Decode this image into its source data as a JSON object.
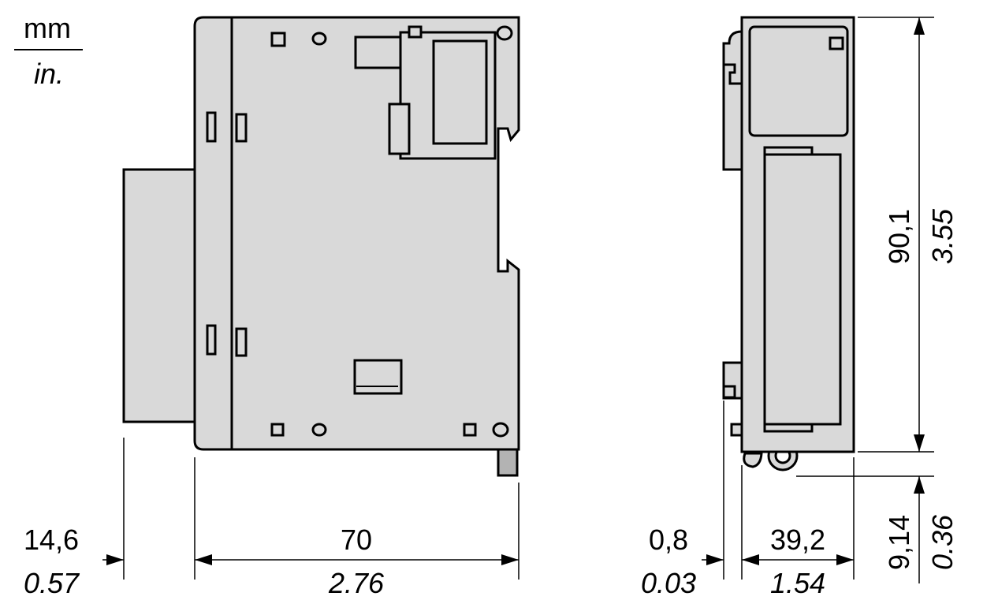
{
  "units": {
    "metric": "mm",
    "imperial": "in."
  },
  "dimensions": {
    "side_left": {
      "mm": "14,6",
      "in": "0.57"
    },
    "side_depth": {
      "mm": "70",
      "in": "2.76"
    },
    "front_offset": {
      "mm": "0,8",
      "in": "0.03"
    },
    "front_width": {
      "mm": "39,2",
      "in": "1.54"
    },
    "height": {
      "mm": "90,1",
      "in": "3.55"
    },
    "rail_offset": {
      "mm": "9,14",
      "in": "0.36"
    }
  },
  "colors": {
    "body": "#d9d9d9",
    "tab": "#b3b3b3",
    "line": "#000000"
  }
}
